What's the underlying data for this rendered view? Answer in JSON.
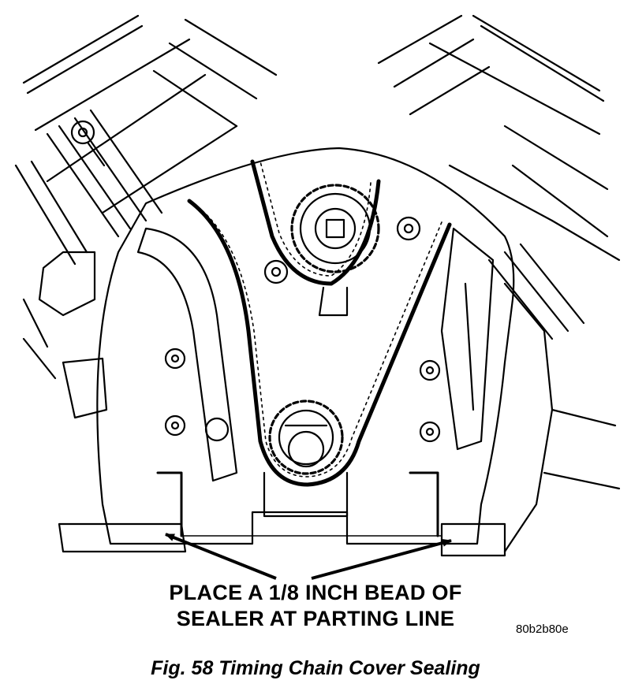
{
  "figure": {
    "callout_line1": "PLACE A 1/8 INCH BEAD OF",
    "callout_line2": "SEALER AT PARTING LINE",
    "image_code": "80b2b80e",
    "caption": "Fig. 58 Timing Chain Cover Sealing"
  },
  "colors": {
    "ink": "#000000",
    "paper": "#ffffff"
  }
}
